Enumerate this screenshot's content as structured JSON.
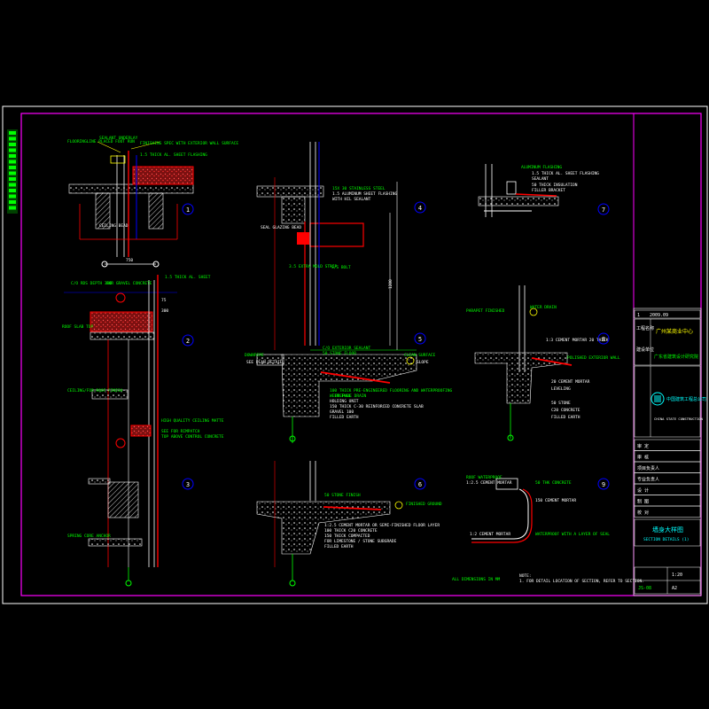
{
  "colors": {
    "background": "#000000",
    "frame": "#ff00ff",
    "outer_frame": "#ffffff",
    "annotation": "#00ff00",
    "text_yellow": "#ffff00",
    "wall": "#ff0000",
    "lines": "#ffffff",
    "leader": "#ffff00",
    "cyan": "#00ffff",
    "blue": "#0000ff"
  },
  "details": {
    "d1": {
      "num": "1",
      "notes": [
        "FLOORINGLINE PLACED FOOT RUN",
        "FINISHING SPEC WITH EXTERIOR WALL SURFACE",
        "SEALANT UNDERLAY",
        "1.5 THICK AL. SHEET FLASHING",
        "CEILING BEAD",
        "750"
      ]
    },
    "d2": {
      "num": "2",
      "notes": [
        "1.5 THICK AL. SHEET",
        "C/O RDS DEPTH 300",
        "FOR GRAVEL CONCRETE",
        "ROOF SLAB TOP",
        "75",
        "300"
      ]
    },
    "d3": {
      "num": "3",
      "notes": [
        "CEILING/FOR ROOF FINISH",
        "HIGH QUALITY CEILING MATTE",
        "SEE FOR RIMPATCH",
        "TOP ABOVE CONTROL CONCRETE",
        "SPRING CORE ANCHOR"
      ]
    },
    "d4": {
      "num": "4",
      "notes": [
        "15X 30 STAINLESS STEEL",
        "1.5 ALUMINUM SHEET FLASHING",
        "WITH HIL SEALANT",
        "SEAL GLAZING BEAD",
        "3.5 EXTRA MOLD STRIP",
        "S/S BOLT",
        "1200"
      ]
    },
    "d5": {
      "num": "5",
      "notes": [
        "DOWNPIPE",
        "SEE PLAN DETAIL",
        "C/O EXTERIOR SEALANT",
        "50 STONE FLOOR",
        "CLEAN SURFACE",
        "SLOPE",
        "100 THICK PRE-ENGINEERED FLOORING AND WATERPROOFING",
        "WELD FULL",
        "PREPARE DRAIN",
        "HOLDING UNIT",
        "150 THICK C-30 REINFORCED CONCRETE SLAB",
        "GRAVEL 100",
        "FILLED EARTH"
      ]
    },
    "d6": {
      "num": "6",
      "notes": [
        "50 STONE FINISH",
        "FINISHED GROUND",
        "1:2.5 CEMENT MORTAR OR SEMI-FINISHED FLOOR LAYER",
        "100 THICK C20 CONCRETE",
        "150 THICK COMPACTED",
        "FOR LIMESTONE / STONE SUBGRADE",
        "FILLED EARTH"
      ]
    },
    "d7": {
      "num": "7",
      "notes": [
        "ALUMINUM FLASHING",
        "1.5 THICK AL. SHEET FLASHING",
        "SEALANT",
        "50 THICK INSULATION",
        "FILLER BRACKET"
      ]
    },
    "d8": {
      "num": "8",
      "notes": [
        "PARAPET FINISHED",
        "WATER DRAIN",
        "POLISHED EXTERIOR WALL",
        "1:3 CEMENT MORTAR 20 THICK",
        "20 CEMENT MORTAR",
        "LEVELING",
        "50 STONE",
        "C20 CONCRETE",
        "FILLED EARTH"
      ]
    },
    "d9": {
      "num": "9",
      "notes": [
        "ROOF WATERPROOF",
        "1:2.5 CEMENT MORTAR",
        "50 THK CONCRETE",
        "1:2 CEMENT MORTAR",
        "WATERPROOF WITH A LAYER OF SEAL",
        "150 CEMENT MORTAR"
      ]
    }
  },
  "notes_label": "NOTE:",
  "notes_text": "1. FOR DETAIL LOCATION OF SECTION, REFER TO SECTION.",
  "legend_text": "ALL DIMENSIONS IN MM",
  "title_block": {
    "rev": "1",
    "date": "2009.09",
    "project_label": "工程名称",
    "client_label": "建设单位",
    "design_institute": "广东省建筑设计研究院",
    "company_text": "中国建筑工程总公司",
    "company_sub": "CHINA STATE CONSTRUCTION",
    "project_name": "广州某商业中心",
    "drawing_title": "墙身大样图",
    "drawing_title_en": "SECTION DETAILS (1)",
    "rows": [
      "审 定",
      "审 核",
      "项目负责人",
      "专业负责人",
      "设 计",
      "制 图",
      "校 对"
    ],
    "scale": "1:20",
    "sheet": "A2",
    "drawing_no": "JS-08"
  }
}
